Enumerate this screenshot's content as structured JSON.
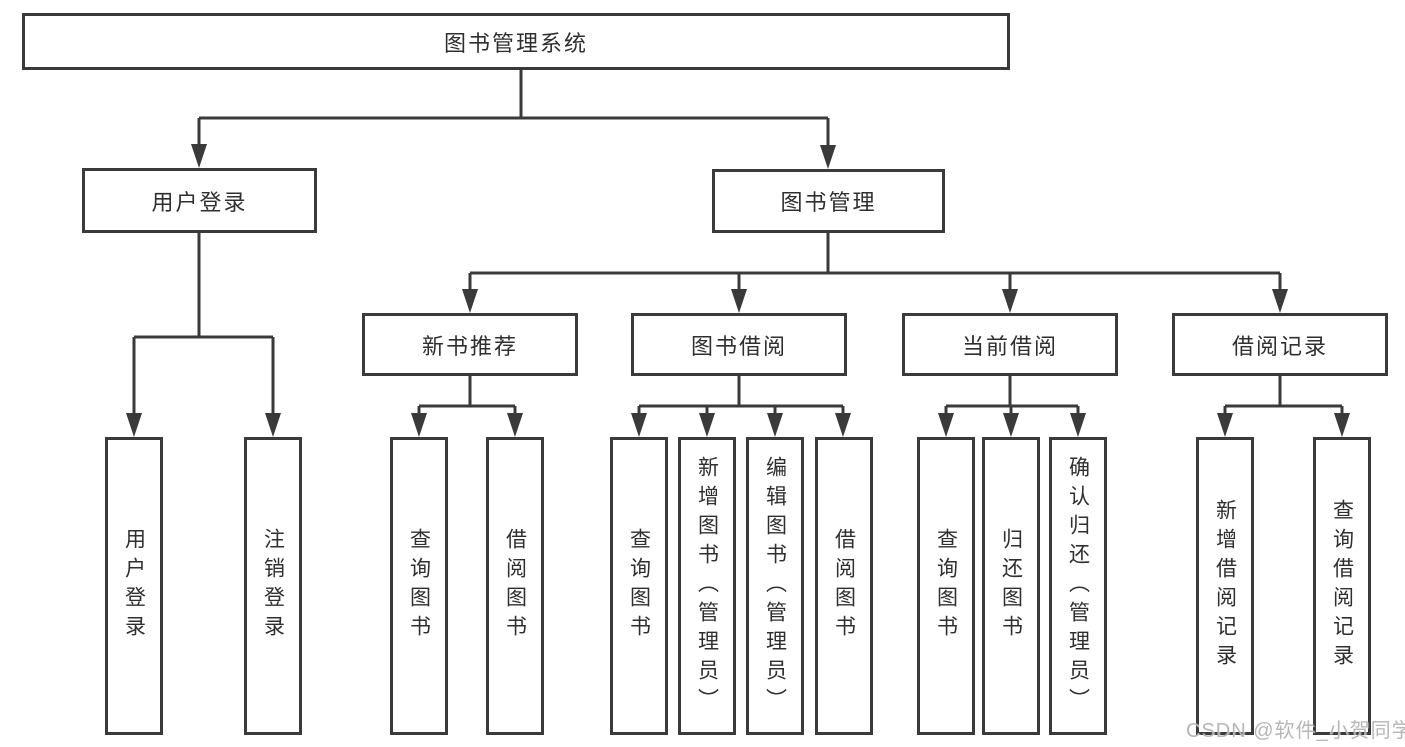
{
  "colors": {
    "line": "#3a3a3a",
    "box_border": "#3a3a3a",
    "text": "#2f2f2f",
    "background": "#ffffff",
    "watermark": "#b2b2b2"
  },
  "tree": {
    "root": {
      "label": "图书管理系统",
      "children": [
        {
          "label": "用户登录",
          "children": [
            {
              "label": "用户登录"
            },
            {
              "label": "注销登录"
            }
          ]
        },
        {
          "label": "图书管理",
          "children": [
            {
              "label": "新书推荐",
              "children": [
                {
                  "label": "查询图书"
                },
                {
                  "label": "借阅图书"
                }
              ]
            },
            {
              "label": "图书借阅",
              "children": [
                {
                  "label": "查询图书"
                },
                {
                  "label": "新增图书（管理员）"
                },
                {
                  "label": "编辑图书（管理员）"
                },
                {
                  "label": "借阅图书"
                }
              ]
            },
            {
              "label": "当前借阅",
              "children": [
                {
                  "label": "查询图书"
                },
                {
                  "label": "归还图书"
                },
                {
                  "label": "确认归还（管理员）"
                }
              ]
            },
            {
              "label": "借阅记录",
              "children": [
                {
                  "label": "新增借阅记录"
                },
                {
                  "label": "查询借阅记录"
                }
              ]
            }
          ]
        }
      ]
    }
  },
  "watermark": {
    "text": "CSDN @软件_小贺同学"
  }
}
